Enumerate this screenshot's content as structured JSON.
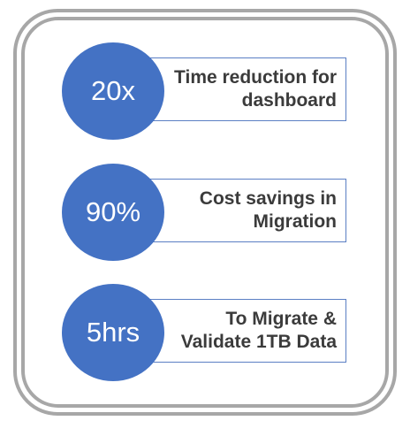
{
  "stats": [
    {
      "value": "20x",
      "label_lines": [
        "Time reduction for",
        "dashboard"
      ]
    },
    {
      "value": "90%",
      "label_lines": [
        "Cost savings in",
        "Migration"
      ]
    },
    {
      "value": "5hrs",
      "label_lines": [
        "To Migrate &",
        "Validate 1TB Data"
      ]
    }
  ],
  "colors": {
    "circle": "#4472c4",
    "box_border": "#5b7fc4",
    "frame": "#a7a7a7",
    "text": "#3b3b3b"
  }
}
